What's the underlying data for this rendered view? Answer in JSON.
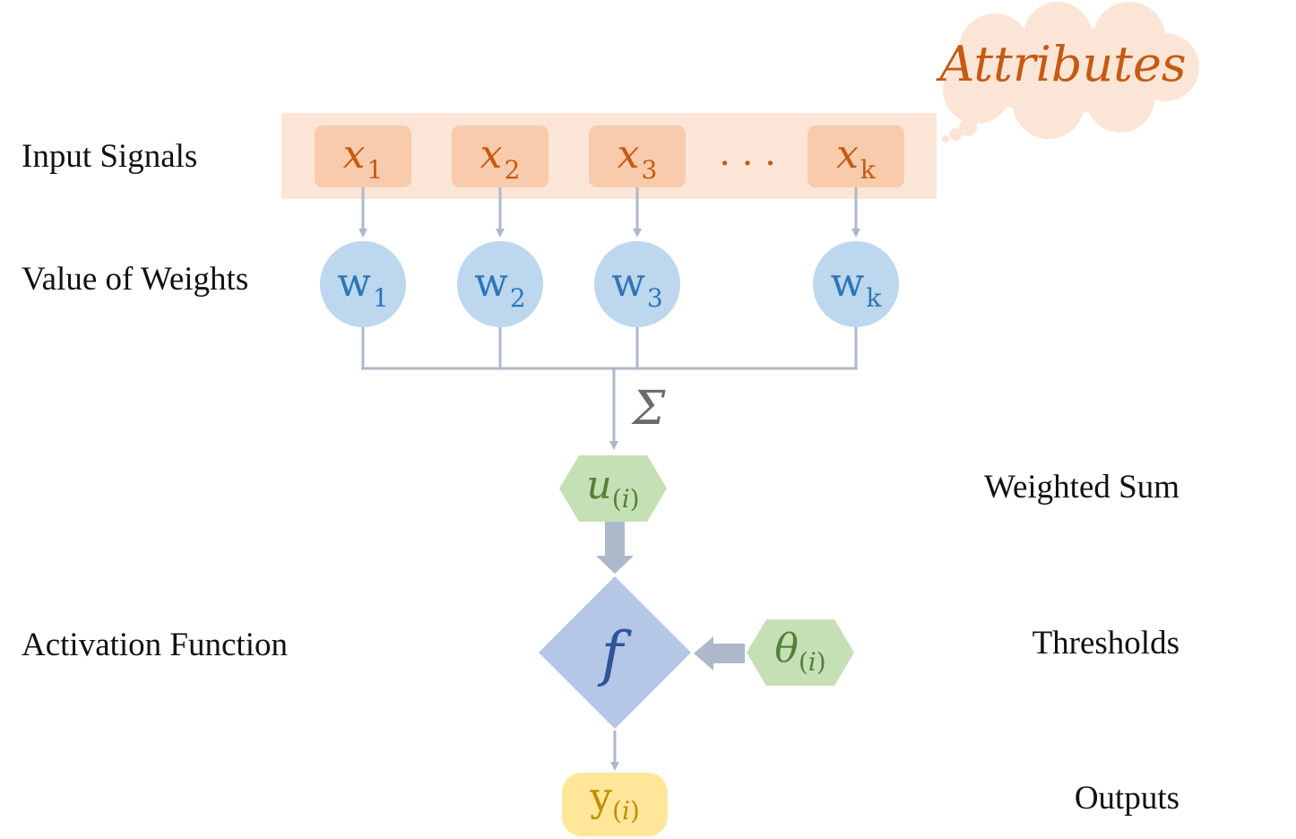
{
  "labels": {
    "input_signals": "Input Signals",
    "value_of_weights": "Value of Weights",
    "weighted_sum": "Weighted Sum",
    "activation_function": "Activation Function",
    "thresholds": "Thresholds",
    "outputs": "Outputs"
  },
  "callout": {
    "text": "Attributes"
  },
  "inputs": [
    {
      "symbol": "x",
      "subscript": "1"
    },
    {
      "symbol": "x",
      "subscript": "2"
    },
    {
      "symbol": "x",
      "subscript": "3"
    },
    {
      "symbol": "x",
      "subscript": "k"
    }
  ],
  "ellipsis": ". . .",
  "weights": [
    {
      "symbol": "w",
      "subscript": "1"
    },
    {
      "symbol": "w",
      "subscript": "2"
    },
    {
      "symbol": "w",
      "subscript": "3"
    },
    {
      "symbol": "w",
      "subscript": "k"
    }
  ],
  "sum_symbol": "Σ",
  "weighted_sum_node": {
    "symbol": "u",
    "open": "(",
    "index": "i",
    "close": ")"
  },
  "activation_node": {
    "symbol": "f"
  },
  "threshold_node": {
    "symbol": "θ",
    "open": "(",
    "index": "i",
    "close": ")"
  },
  "output_node": {
    "symbol": "y",
    "open": "(",
    "index": "i",
    "close": ")"
  },
  "colors": {
    "input_band": "#fbe5d6",
    "input_box": "#f8cbad",
    "input_text": "#c55a11",
    "weight_circle": "#bdd7ee",
    "weight_text": "#2e75b6",
    "connector": "#adb9ca",
    "hexagon": "#c5e0b4",
    "hexagon_text": "#538135",
    "diamond": "#b4c7e7",
    "diamond_text": "#2f5597",
    "output_box": "#ffe699",
    "output_text": "#bf8f00"
  }
}
